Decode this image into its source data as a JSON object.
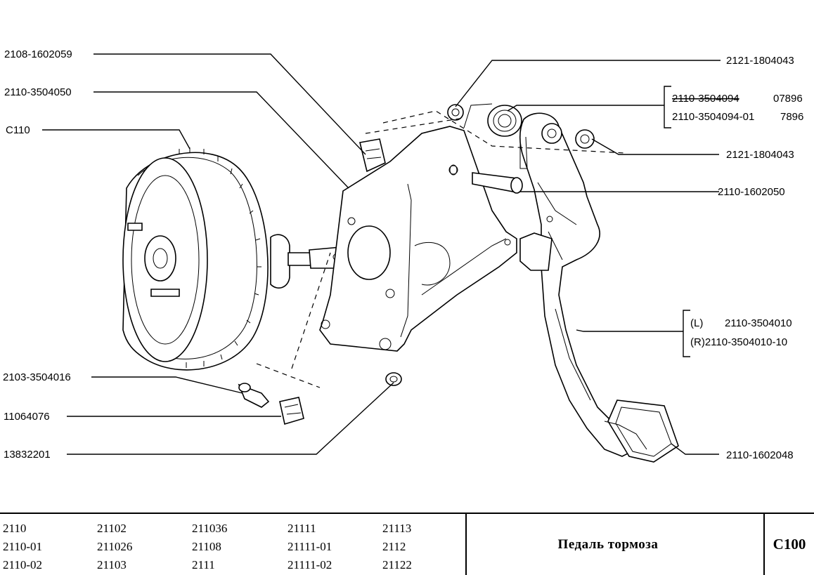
{
  "parts_left": [
    {
      "id": "p1",
      "label": "2108-1602059"
    },
    {
      "id": "p2",
      "label": "2110-3504050"
    },
    {
      "id": "p3",
      "label": "C110"
    },
    {
      "id": "p4",
      "label": "2103-3504016"
    },
    {
      "id": "p5",
      "label": "11064076"
    },
    {
      "id": "p6",
      "label": "13832201"
    }
  ],
  "parts_right": [
    {
      "id": "r1",
      "label": "2121-1804043"
    },
    {
      "id": "r2a",
      "label": "2110-3504094",
      "suffix": "07896"
    },
    {
      "id": "r2b",
      "label": "2110-3504094-01",
      "suffix": "7896"
    },
    {
      "id": "r3",
      "label": "2121-1804043"
    },
    {
      "id": "r4",
      "label": "2110-1602050"
    },
    {
      "id": "r5a",
      "label": "(L)",
      "suffix": "2110-3504010"
    },
    {
      "id": "r5b",
      "label": "(R)2110-3504010-10"
    },
    {
      "id": "r6",
      "label": "2110-1602048"
    }
  ],
  "footer": {
    "models": [
      [
        "2110",
        "2110-01",
        "2110-02"
      ],
      [
        "21102",
        "211026",
        "21103"
      ],
      [
        "211036",
        "21108",
        "2111"
      ],
      [
        "21111",
        "21111-01",
        "21111-02"
      ],
      [
        "21113",
        "2112",
        "21122"
      ]
    ],
    "title": "Педаль тормоза",
    "code": "C100"
  }
}
